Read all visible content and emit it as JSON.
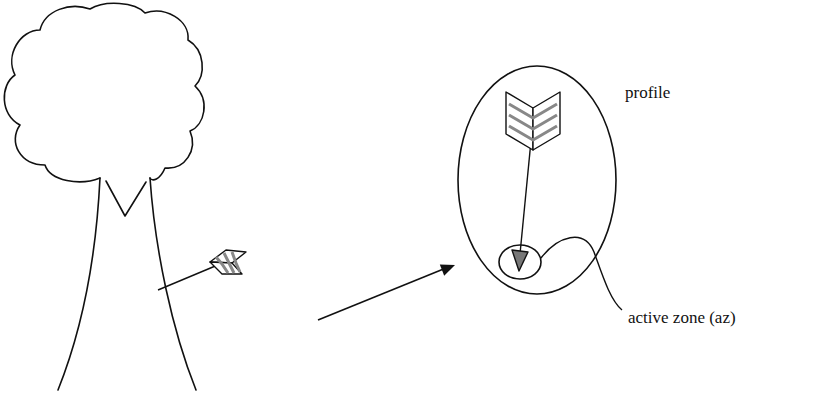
{
  "diagram": {
    "nodes": [
      {
        "text": [
          "profile"
        ]
      },
      {
        "text": [
          "active zone (az)"
        ],
        "in": 0
      }
    ]
  }
}
